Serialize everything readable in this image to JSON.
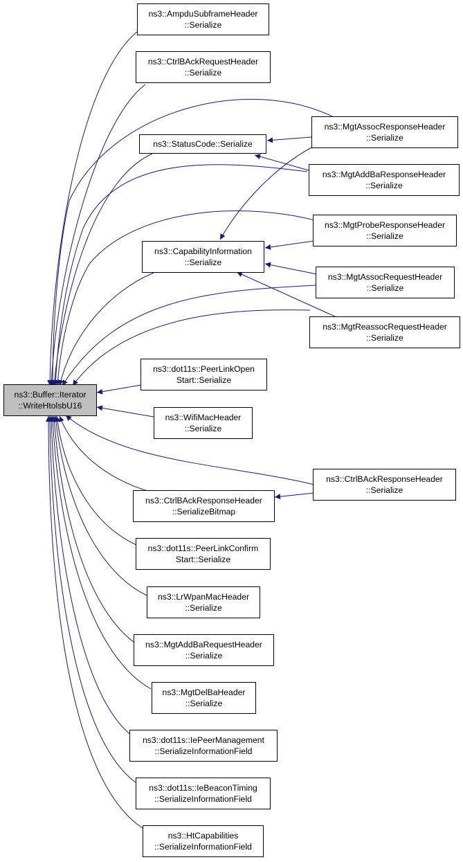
{
  "colors": {
    "edge": "#191970",
    "border": "#000000",
    "root_fill": "#bfbfbf",
    "node_fill": "#ffffff"
  },
  "nodes": {
    "root": {
      "line1": "ns3::Buffer::Iterator",
      "line2": "::WriteHtolsbU16"
    },
    "ampdu": {
      "line1": "ns3::AmpduSubframeHeader",
      "line2": "::Serialize"
    },
    "ctrlbackreq": {
      "line1": "ns3::CtrlBAckRequestHeader",
      "line2": "::Serialize"
    },
    "statuscode": {
      "line1": "ns3::StatusCode::Serialize"
    },
    "capinfo": {
      "line1": "ns3::CapabilityInformation",
      "line2": "::Serialize"
    },
    "assocresp": {
      "line1": "ns3::MgtAssocResponseHeader",
      "line2": "::Serialize"
    },
    "addbaresp": {
      "line1": "ns3::MgtAddBaResponseHeader",
      "line2": "::Serialize"
    },
    "proberesp": {
      "line1": "ns3::MgtProbeResponseHeader",
      "line2": "::Serialize"
    },
    "assocreq": {
      "line1": "ns3::MgtAssocRequestHeader",
      "line2": "::Serialize"
    },
    "reassocreq": {
      "line1": "ns3::MgtReassocRequestHeader",
      "line2": "::Serialize"
    },
    "peerlinkopen": {
      "line1": "ns3::dot11s::PeerLinkOpen",
      "line2": "Start::Serialize"
    },
    "wifimac": {
      "line1": "ns3::WifiMacHeader",
      "line2": "::Serialize"
    },
    "ctrlbackresp": {
      "line1": "ns3::CtrlBAckResponseHeader",
      "line2": "::Serialize"
    },
    "ctrlbackbitmap": {
      "line1": "ns3::CtrlBAckResponseHeader",
      "line2": "::SerializeBitmap"
    },
    "peerlinkconfirm": {
      "line1": "ns3::dot11s::PeerLinkConfirm",
      "line2": "Start::Serialize"
    },
    "lrwpan": {
      "line1": "ns3::LrWpanMacHeader",
      "line2": "::Serialize"
    },
    "addbareq": {
      "line1": "ns3::MgtAddBaRequestHeader",
      "line2": "::Serialize"
    },
    "delba": {
      "line1": "ns3::MgtDelBaHeader",
      "line2": "::Serialize"
    },
    "iepeer": {
      "line1": "ns3::dot11s::IePeerManagement",
      "line2": "::SerializeInformationField"
    },
    "iebeacon": {
      "line1": "ns3::dot11s::IeBeaconTiming",
      "line2": "::SerializeInformationField"
    },
    "htcap": {
      "line1": "ns3::HtCapabilities",
      "line2": "::SerializeInformationField"
    }
  }
}
